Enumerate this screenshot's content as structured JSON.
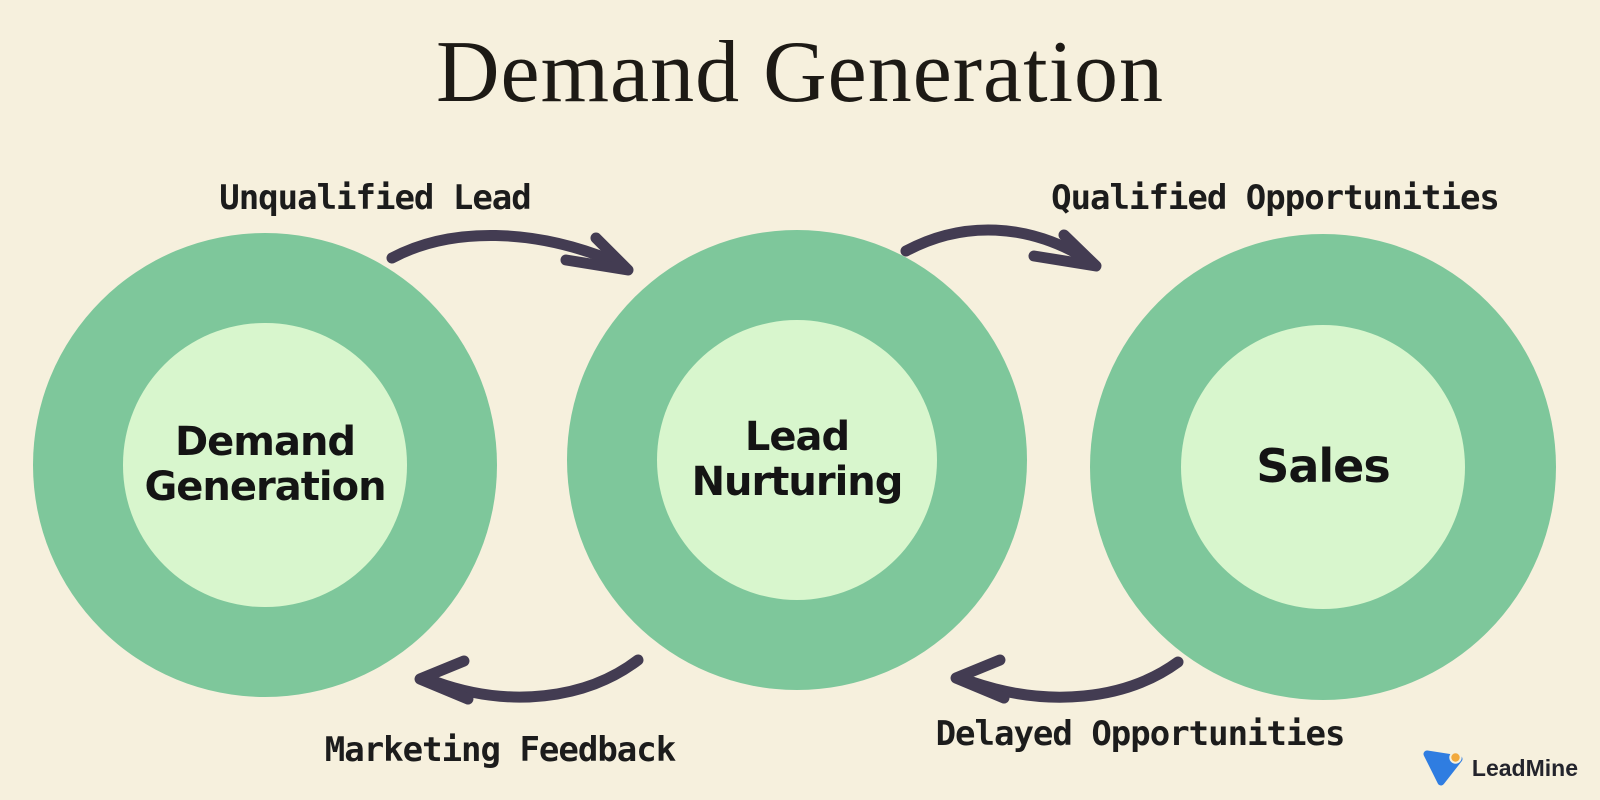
{
  "title": "Demand Generation",
  "stages": [
    {
      "id": "demand-generation",
      "label": "Demand Generation"
    },
    {
      "id": "lead-nurturing",
      "label": "Lead Nurturing"
    },
    {
      "id": "sales",
      "label": "Sales"
    }
  ],
  "flows": [
    {
      "id": "unqualified-lead",
      "label": "Unqualified Lead",
      "from": "demand-generation",
      "to": "lead-nurturing",
      "direction": "forward"
    },
    {
      "id": "qualified-opportunities",
      "label": "Qualified Opportunities",
      "from": "lead-nurturing",
      "to": "sales",
      "direction": "forward"
    },
    {
      "id": "marketing-feedback",
      "label": "Marketing Feedback",
      "from": "lead-nurturing",
      "to": "demand-generation",
      "direction": "backward"
    },
    {
      "id": "delayed-opportunities",
      "label": "Delayed Opportunities",
      "from": "sales",
      "to": "lead-nurturing",
      "direction": "backward"
    }
  ],
  "brand": {
    "name": "LeadMine"
  },
  "colors": {
    "background": "#f6f0dd",
    "ring_green": "#7ec79b",
    "inner_green": "#d8f6cd",
    "arrow": "#433c52",
    "text": "#1c1c1c",
    "brand_blue": "#2f7de1",
    "brand_orange": "#f2a93c"
  }
}
